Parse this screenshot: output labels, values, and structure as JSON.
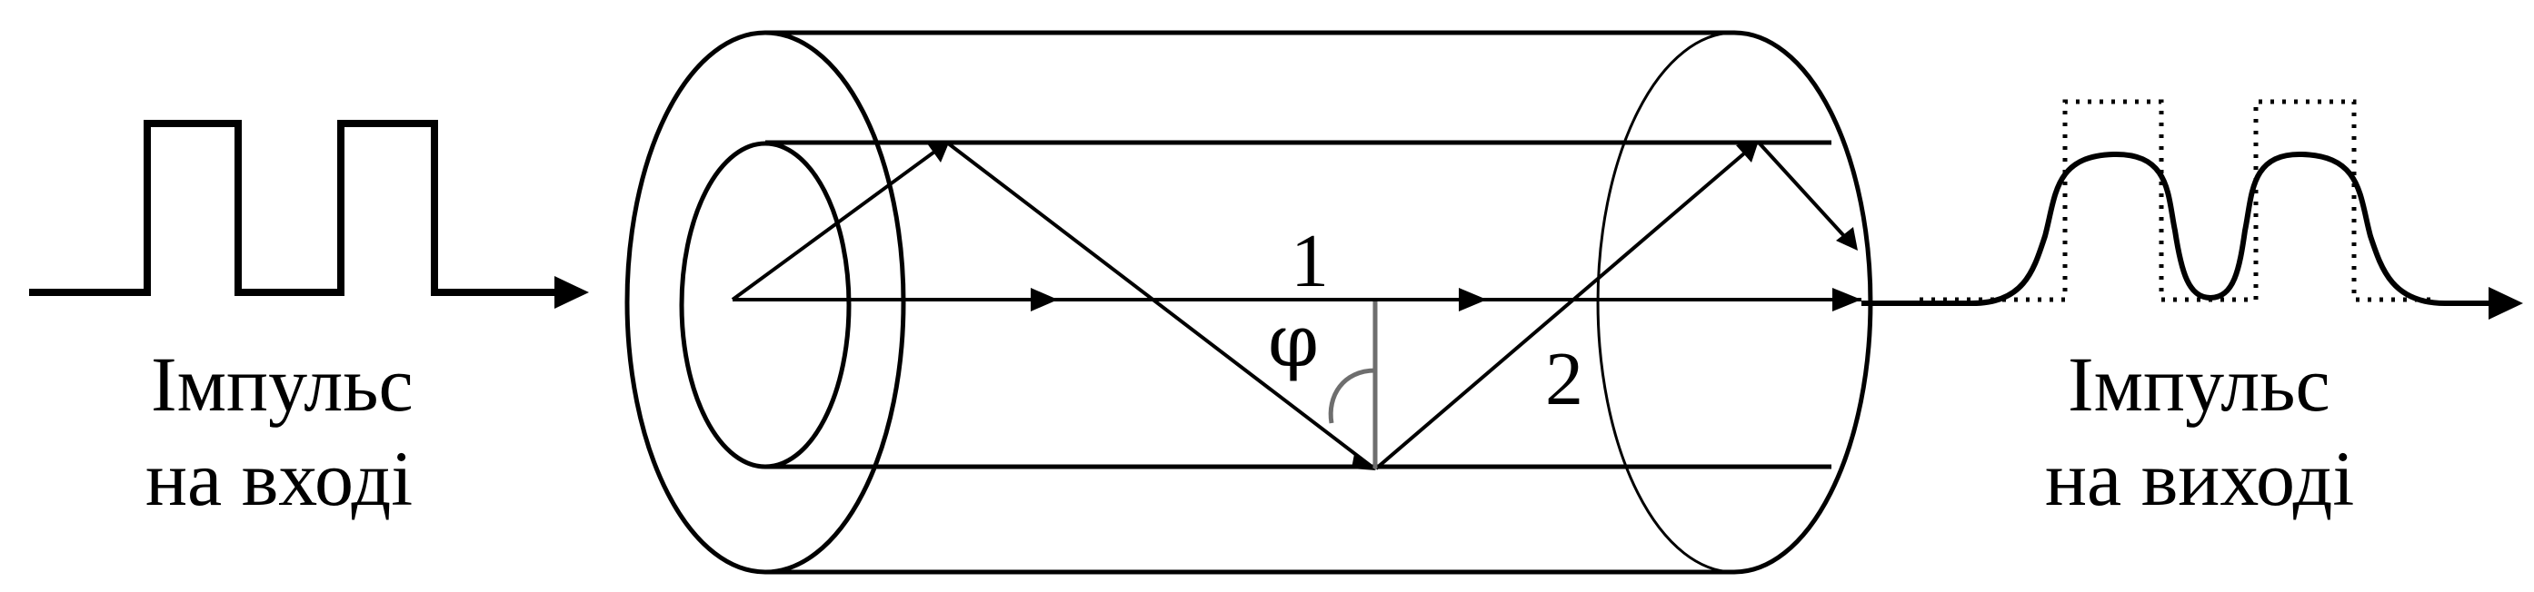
{
  "labels": {
    "input_line1": "Імпульс",
    "input_line2": "на вході",
    "output_line1": "Імпульс",
    "output_line2": "на виході",
    "ray1": "1",
    "ray2": "2",
    "angle": "φ"
  },
  "colors": {
    "stroke": "#000000",
    "angle_marker": "#6e6e6e",
    "background": "#ffffff"
  }
}
